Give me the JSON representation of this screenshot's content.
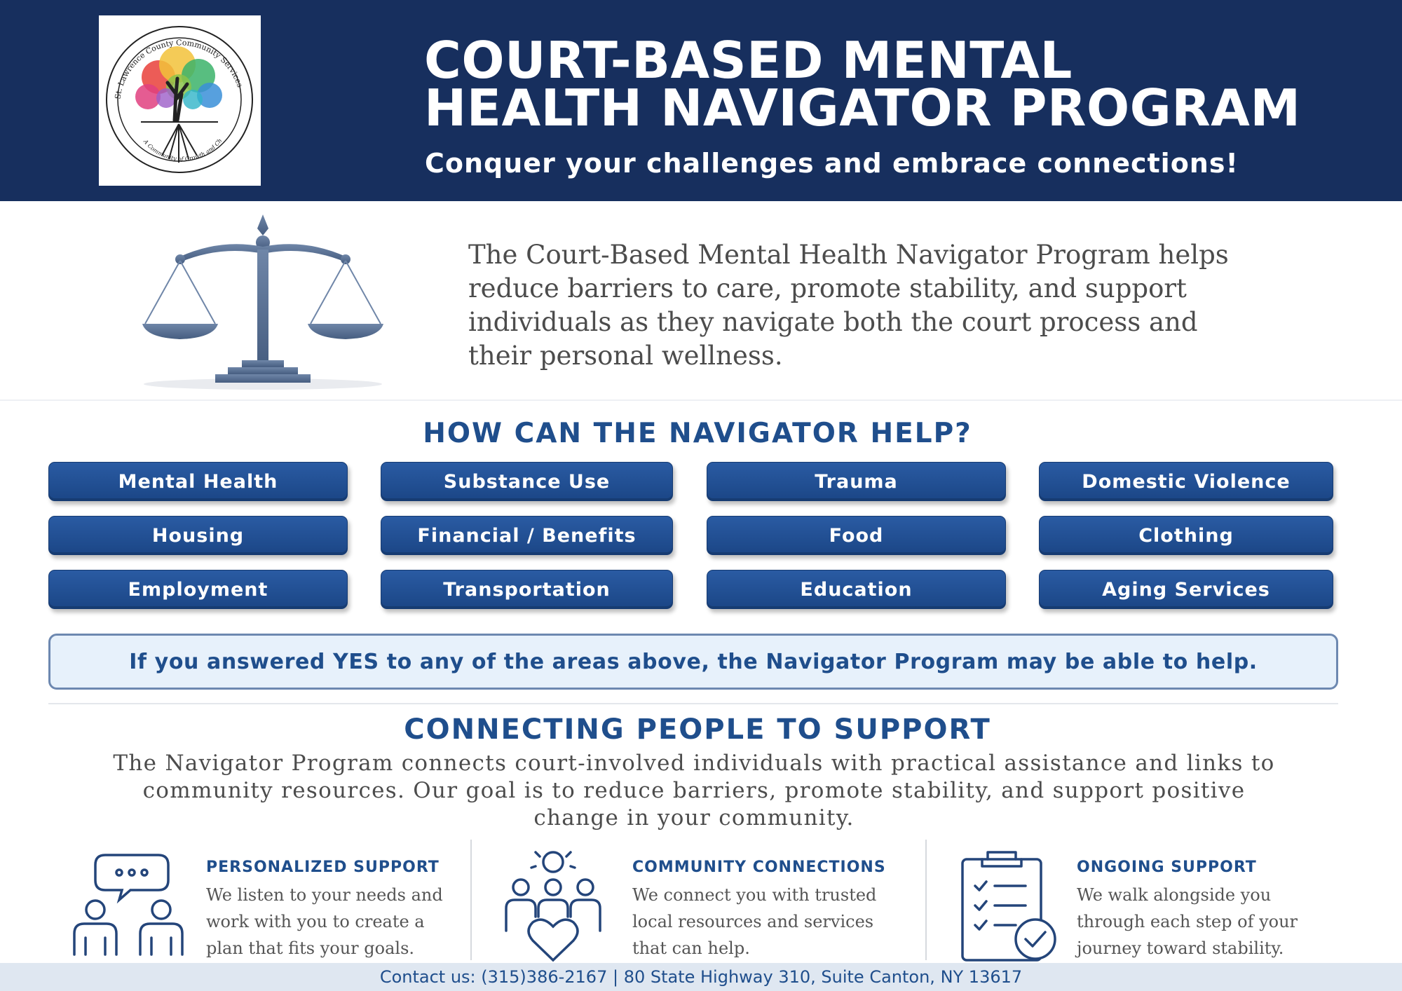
{
  "header": {
    "logo": {
      "org_name": "St. Lawrence County Community Services",
      "motto": "A Community of Growth and Change"
    },
    "title_line1": "COURT-BASED MENTAL",
    "title_line2": "HEALTH NAVIGATOR PROGRAM",
    "tagline": "Conquer your challenges and embrace connections!"
  },
  "intro": {
    "icon": "scales-of-justice-icon",
    "text": "The Court-Based Mental Health Navigator Program helps reduce barriers to care, promote stability, and support individuals as they navigate both the court process and their personal wellness."
  },
  "help": {
    "title": "HOW CAN THE NAVIGATOR HELP?",
    "areas": [
      "Mental Health",
      "Substance Use",
      "Trauma",
      "Domestic Violence",
      "Housing",
      "Financial / Benefits",
      "Food",
      "Clothing",
      "Employment",
      "Transportation",
      "Education",
      "Aging Services"
    ],
    "callout": "If you answered YES to any of the areas above, the Navigator Program may be able to help."
  },
  "connecting": {
    "title": "CONNECTING PEOPLE TO SUPPORT",
    "text": "The Navigator Program connects court-involved individuals with practical assistance and links to community resources. Our goal is to reduce barriers, promote stability, and support positive change in your community."
  },
  "features": [
    {
      "icon": "people-talking-icon",
      "title": "PERSONALIZED SUPPORT",
      "text": "We listen to your needs and work with you to create a plan that fits your goals."
    },
    {
      "icon": "community-heart-icon",
      "title": "COMMUNITY CONNECTIONS",
      "text": "We connect you with trusted local resources and services that can help."
    },
    {
      "icon": "clipboard-checklist-icon",
      "title": "ONGOING SUPPORT",
      "text": "We walk alongside you through each step of your journey toward stability."
    }
  ],
  "footer": {
    "contact": "Contact us: (315)386-2167 | 80 State Highway 310, Suite Canton, NY 13617"
  },
  "colors": {
    "header_bg": "#172f5e",
    "accent": "#1f4e8c",
    "pill": "#2a5ba3",
    "callout_bg": "#e7f1fb",
    "footer_bg": "#dfe7f1"
  }
}
